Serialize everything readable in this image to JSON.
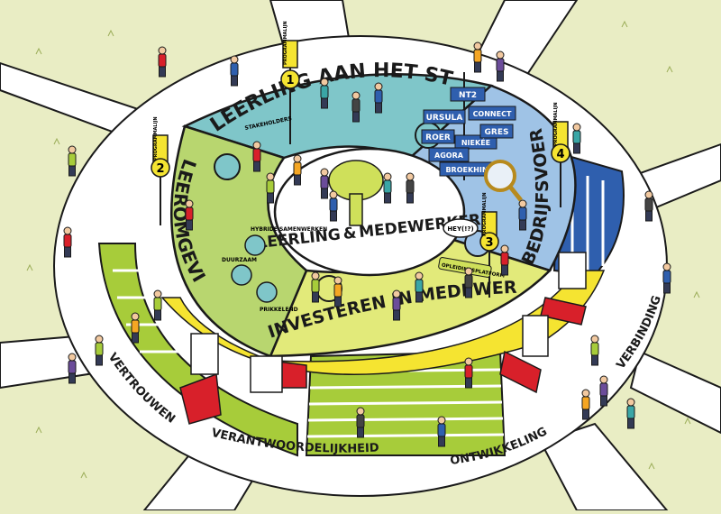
{
  "center": {
    "line1": "LEERLING",
    "amp": "&",
    "line2": "MEDEWERKER"
  },
  "segments": [
    {
      "num": "1",
      "label": "LEERLING AAN HET STUUR",
      "pillar": "PROGRAMMALIJN",
      "color": "#7fc6c9"
    },
    {
      "num": "2",
      "label": "LEEROMGEVING",
      "pillar": "PROGRAMMALIJN",
      "color": "#b8d66f"
    },
    {
      "num": "3",
      "label": "INVESTEREN IN MEDEWERKERS",
      "pillar": "PROGRAMMALIJN",
      "color": "#e2ea7a"
    },
    {
      "num": "4",
      "label": "BEDRIJFSVOERING",
      "pillar": "PROGRAMMALIJN",
      "color": "#9fc3e6"
    }
  ],
  "signs": [
    "NT2",
    "URSULA",
    "CONNECT",
    "ROER",
    "NIEKÉE",
    "GRES",
    "AGORA",
    "BROEKHIN"
  ],
  "small_labels": {
    "stakeholders": "STAKEHOLDERS",
    "hybride": "HYBRIDE SAMENWERKEN",
    "duurzaam": "DUURZAAM",
    "prikkelend": "PRIKKELEND",
    "platform": "OPLEIDINGSPLATFORM",
    "bubble": "HEY(!?)"
  },
  "outer_words": {
    "vertrouwen": "VERTROUWEN",
    "verantwoordelijkheid": "VERANTWOORDELIJKHEID",
    "ontwikkeling": "ONTWIKKELING",
    "verbinding": "VERBINDING"
  },
  "colors": {
    "grass": "#e9edc4",
    "path": "#ffffff",
    "outline": "#1a1a1a",
    "stair_green": "#a7cc3a",
    "stair_blue": "#2f5fae",
    "red": "#d8202a",
    "yellow": "#f5e431",
    "center": "#ffffff"
  }
}
